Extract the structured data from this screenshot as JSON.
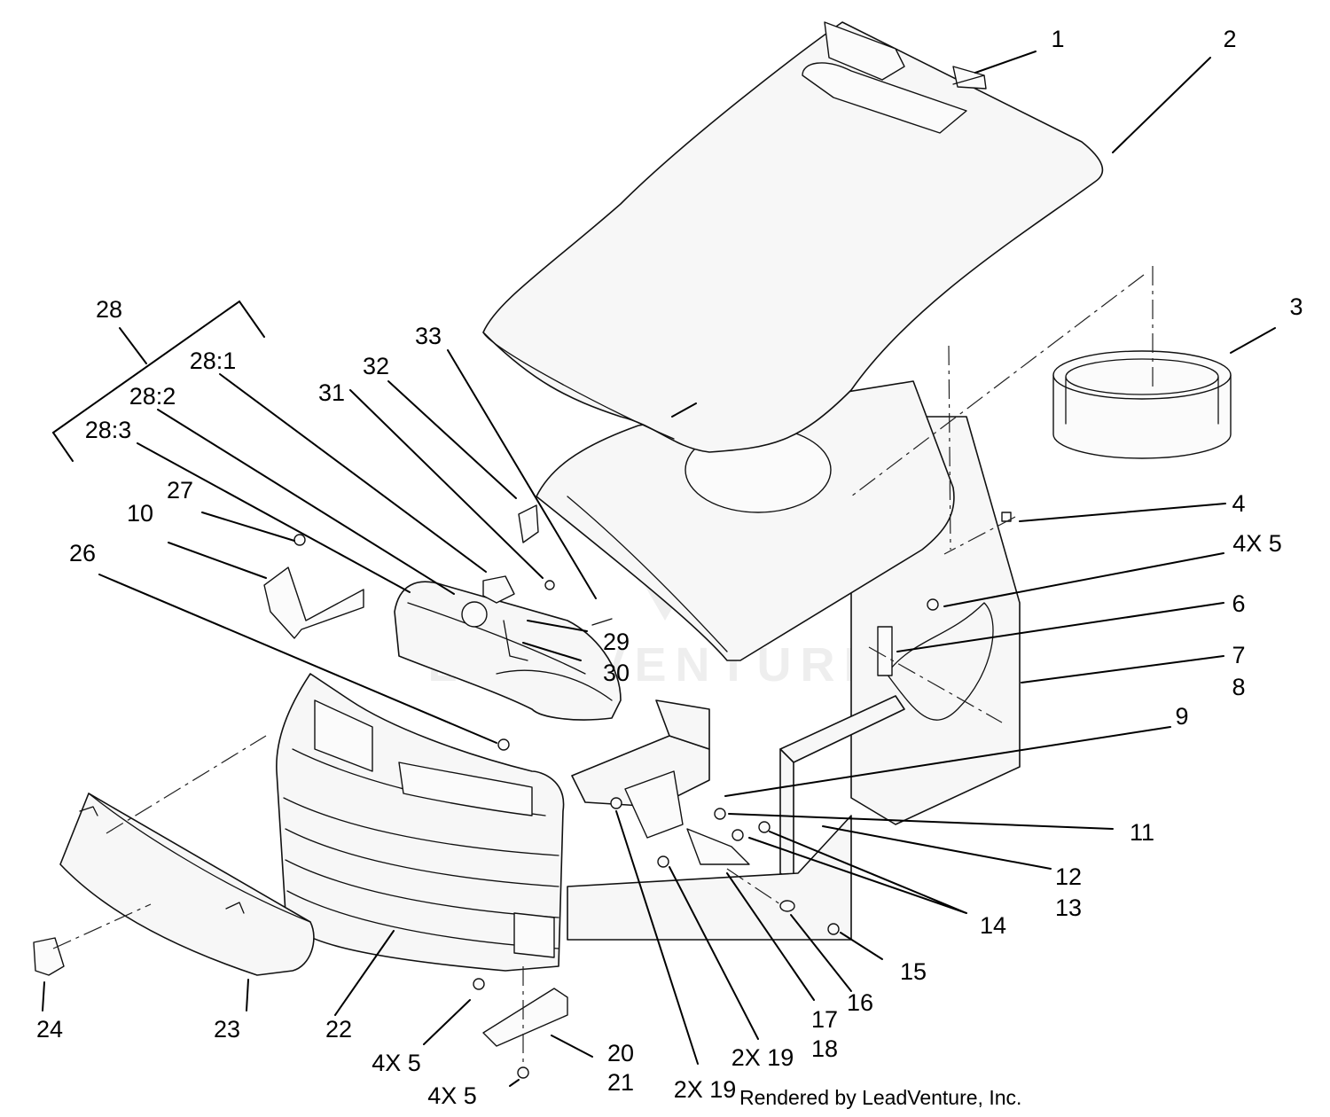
{
  "labels": {
    "l1": "1",
    "l2": "2",
    "l3": "3",
    "l4": "4",
    "l4x5a": "4X 5",
    "l6": "6",
    "l7": "7",
    "l8": "8",
    "l9": "9",
    "l10": "10",
    "l11": "11",
    "l12": "12",
    "l13": "13",
    "l14": "14",
    "l15": "15",
    "l16": "16",
    "l17": "17",
    "l18": "18",
    "l2x19a": "2X 19",
    "l20": "20",
    "l21": "21",
    "l22": "22",
    "l23": "23",
    "l24": "24",
    "l4x5b": "4X 5",
    "l4x5c": "4X 5",
    "l2x19b": "2X 19",
    "l26": "26",
    "l27": "27",
    "l28": "28",
    "l28_1": "28:1",
    "l28_2": "28:2",
    "l28_3": "28:3",
    "l29": "29",
    "l30": "30",
    "l31": "31",
    "l32": "32",
    "l33": "33"
  },
  "footer": {
    "text": "Rendered by LeadVenture, Inc."
  },
  "watermark": {
    "text": "LEADVENTURE"
  }
}
